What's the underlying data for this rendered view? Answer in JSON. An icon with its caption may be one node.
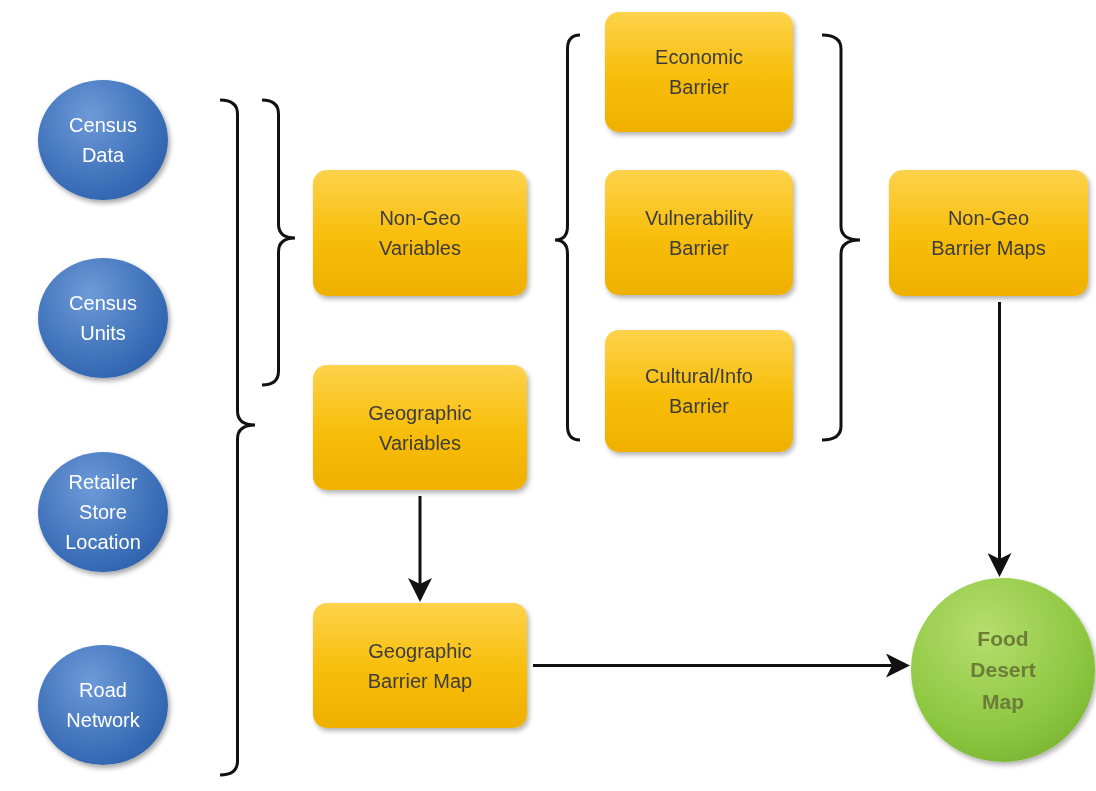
{
  "diagram": {
    "nodes": [
      {
        "text": [
          "Census Data"
        ]
      },
      {
        "text": [
          "Census Units"
        ]
      },
      {
        "text": [
          "Retailer Store Location"
        ]
      },
      {
        "text": [
          "Road Network"
        ]
      },
      {
        "text": [
          "Non-Geo Variables"
        ]
      },
      {
        "text": [
          "Geographic Variables"
        ]
      },
      {
        "text": [
          "Geographic Barrier Map"
        ]
      },
      {
        "text": [
          "Economic Barrier"
        ]
      },
      {
        "text": [
          "Vulnerability Barrier"
        ]
      },
      {
        "text": [
          "Cultural/Info Barrier"
        ]
      },
      {
        "text": [
          "Non-Geo Barrier Maps"
        ]
      },
      {
        "text": [
          "Food Desert Map"
        ]
      }
    ],
    "edges": [
      {
        "from": 5,
        "to": 6,
        "arrow": "to"
      },
      {
        "from": 10,
        "to": 11,
        "arrow": "to"
      },
      {
        "from": 6,
        "to": 11,
        "arrow": "to"
      }
    ]
  }
}
